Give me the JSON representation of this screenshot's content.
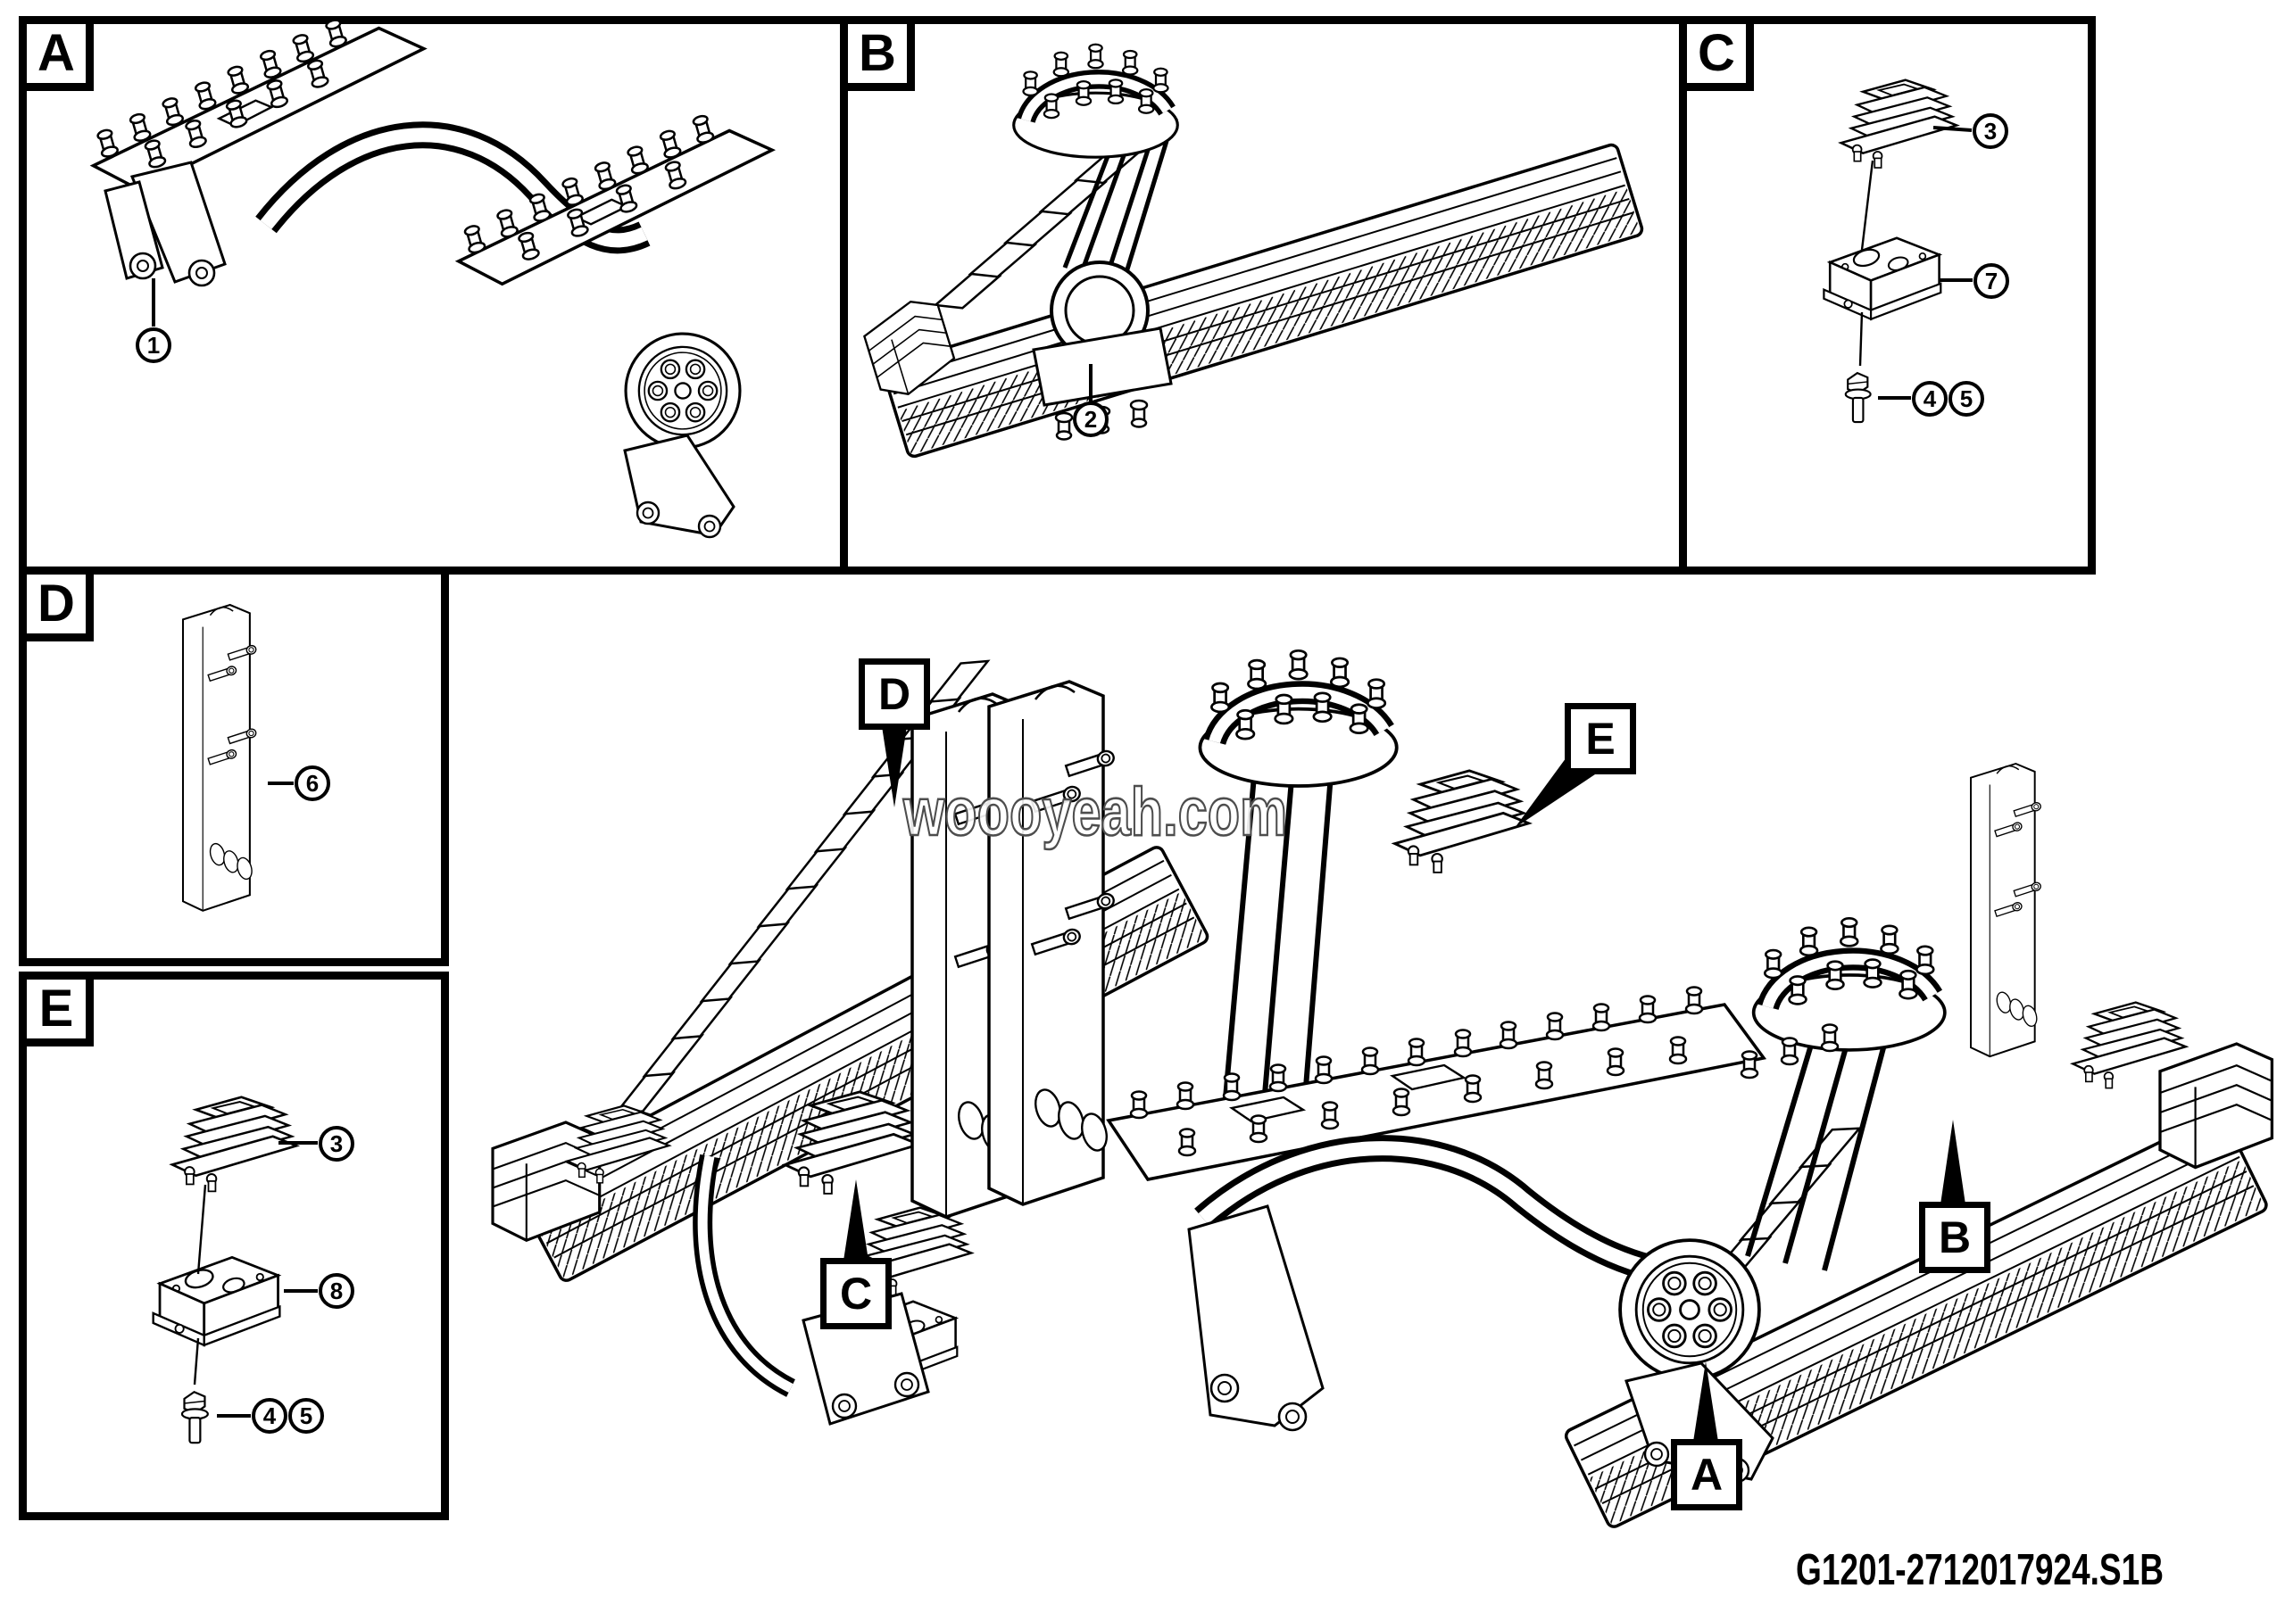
{
  "page": {
    "watermark": "woooyeah.com",
    "part_number": "G1201-2712017924.S1B"
  },
  "panel_letters": {
    "a": "A",
    "b": "B",
    "c": "C",
    "d": "D",
    "e": "E"
  },
  "assembly_labels": {
    "d": "D",
    "e": "E",
    "c": "C",
    "b": "B",
    "a": "A"
  },
  "callouts": {
    "a1": "1",
    "b2": "2",
    "c3": "3",
    "c7": "7",
    "c4": "4",
    "c5": "5",
    "d6": "6",
    "e3": "3",
    "e8": "8",
    "e4": "4",
    "e5": "5"
  }
}
